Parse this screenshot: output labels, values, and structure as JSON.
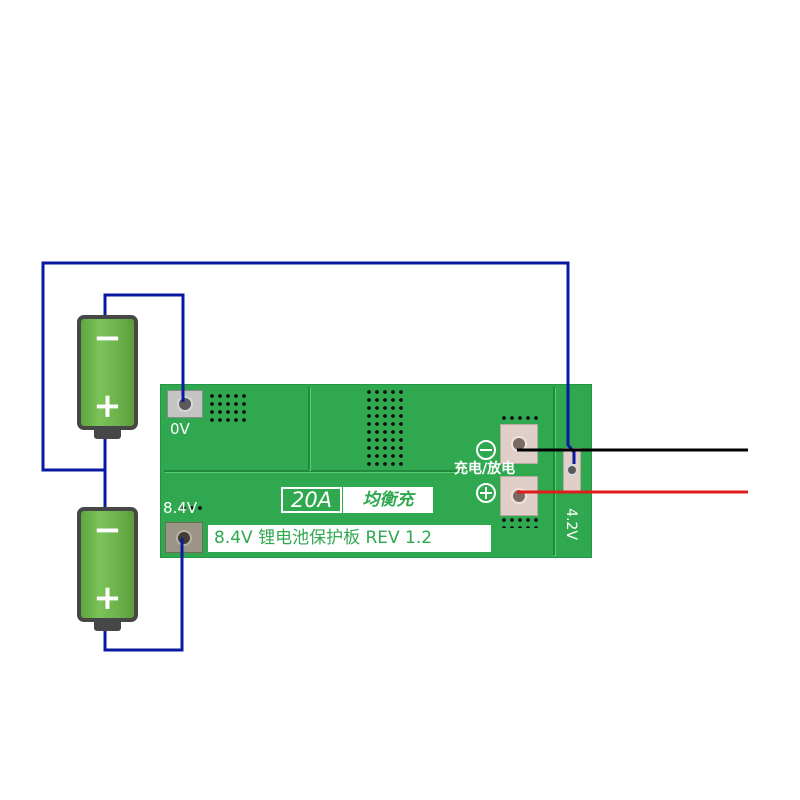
{
  "colors": {
    "background": "#ffffff",
    "board": "#2fa84f",
    "wire_blue": "#0a1aa0",
    "wire_negative": "#000000",
    "wire_positive": "#e01b1b",
    "battery": "#6cb24b",
    "battery_border": "#474747"
  },
  "batteries": [
    {
      "minus": "−",
      "plus": "+"
    },
    {
      "minus": "−",
      "plus": "+"
    }
  ],
  "board": {
    "pad_0v_label": "0V",
    "pad_84v_label": "8.4V",
    "current_rating": "20A",
    "balance_label": "均衡充",
    "title": "8.4V 锂电池保护板 REV 1.2",
    "charge_discharge_label": "充电/放电",
    "cell_voltage_label": "4.2V"
  },
  "icons": {
    "negative_terminal": "minus-circle-icon",
    "positive_terminal": "plus-circle-icon"
  }
}
